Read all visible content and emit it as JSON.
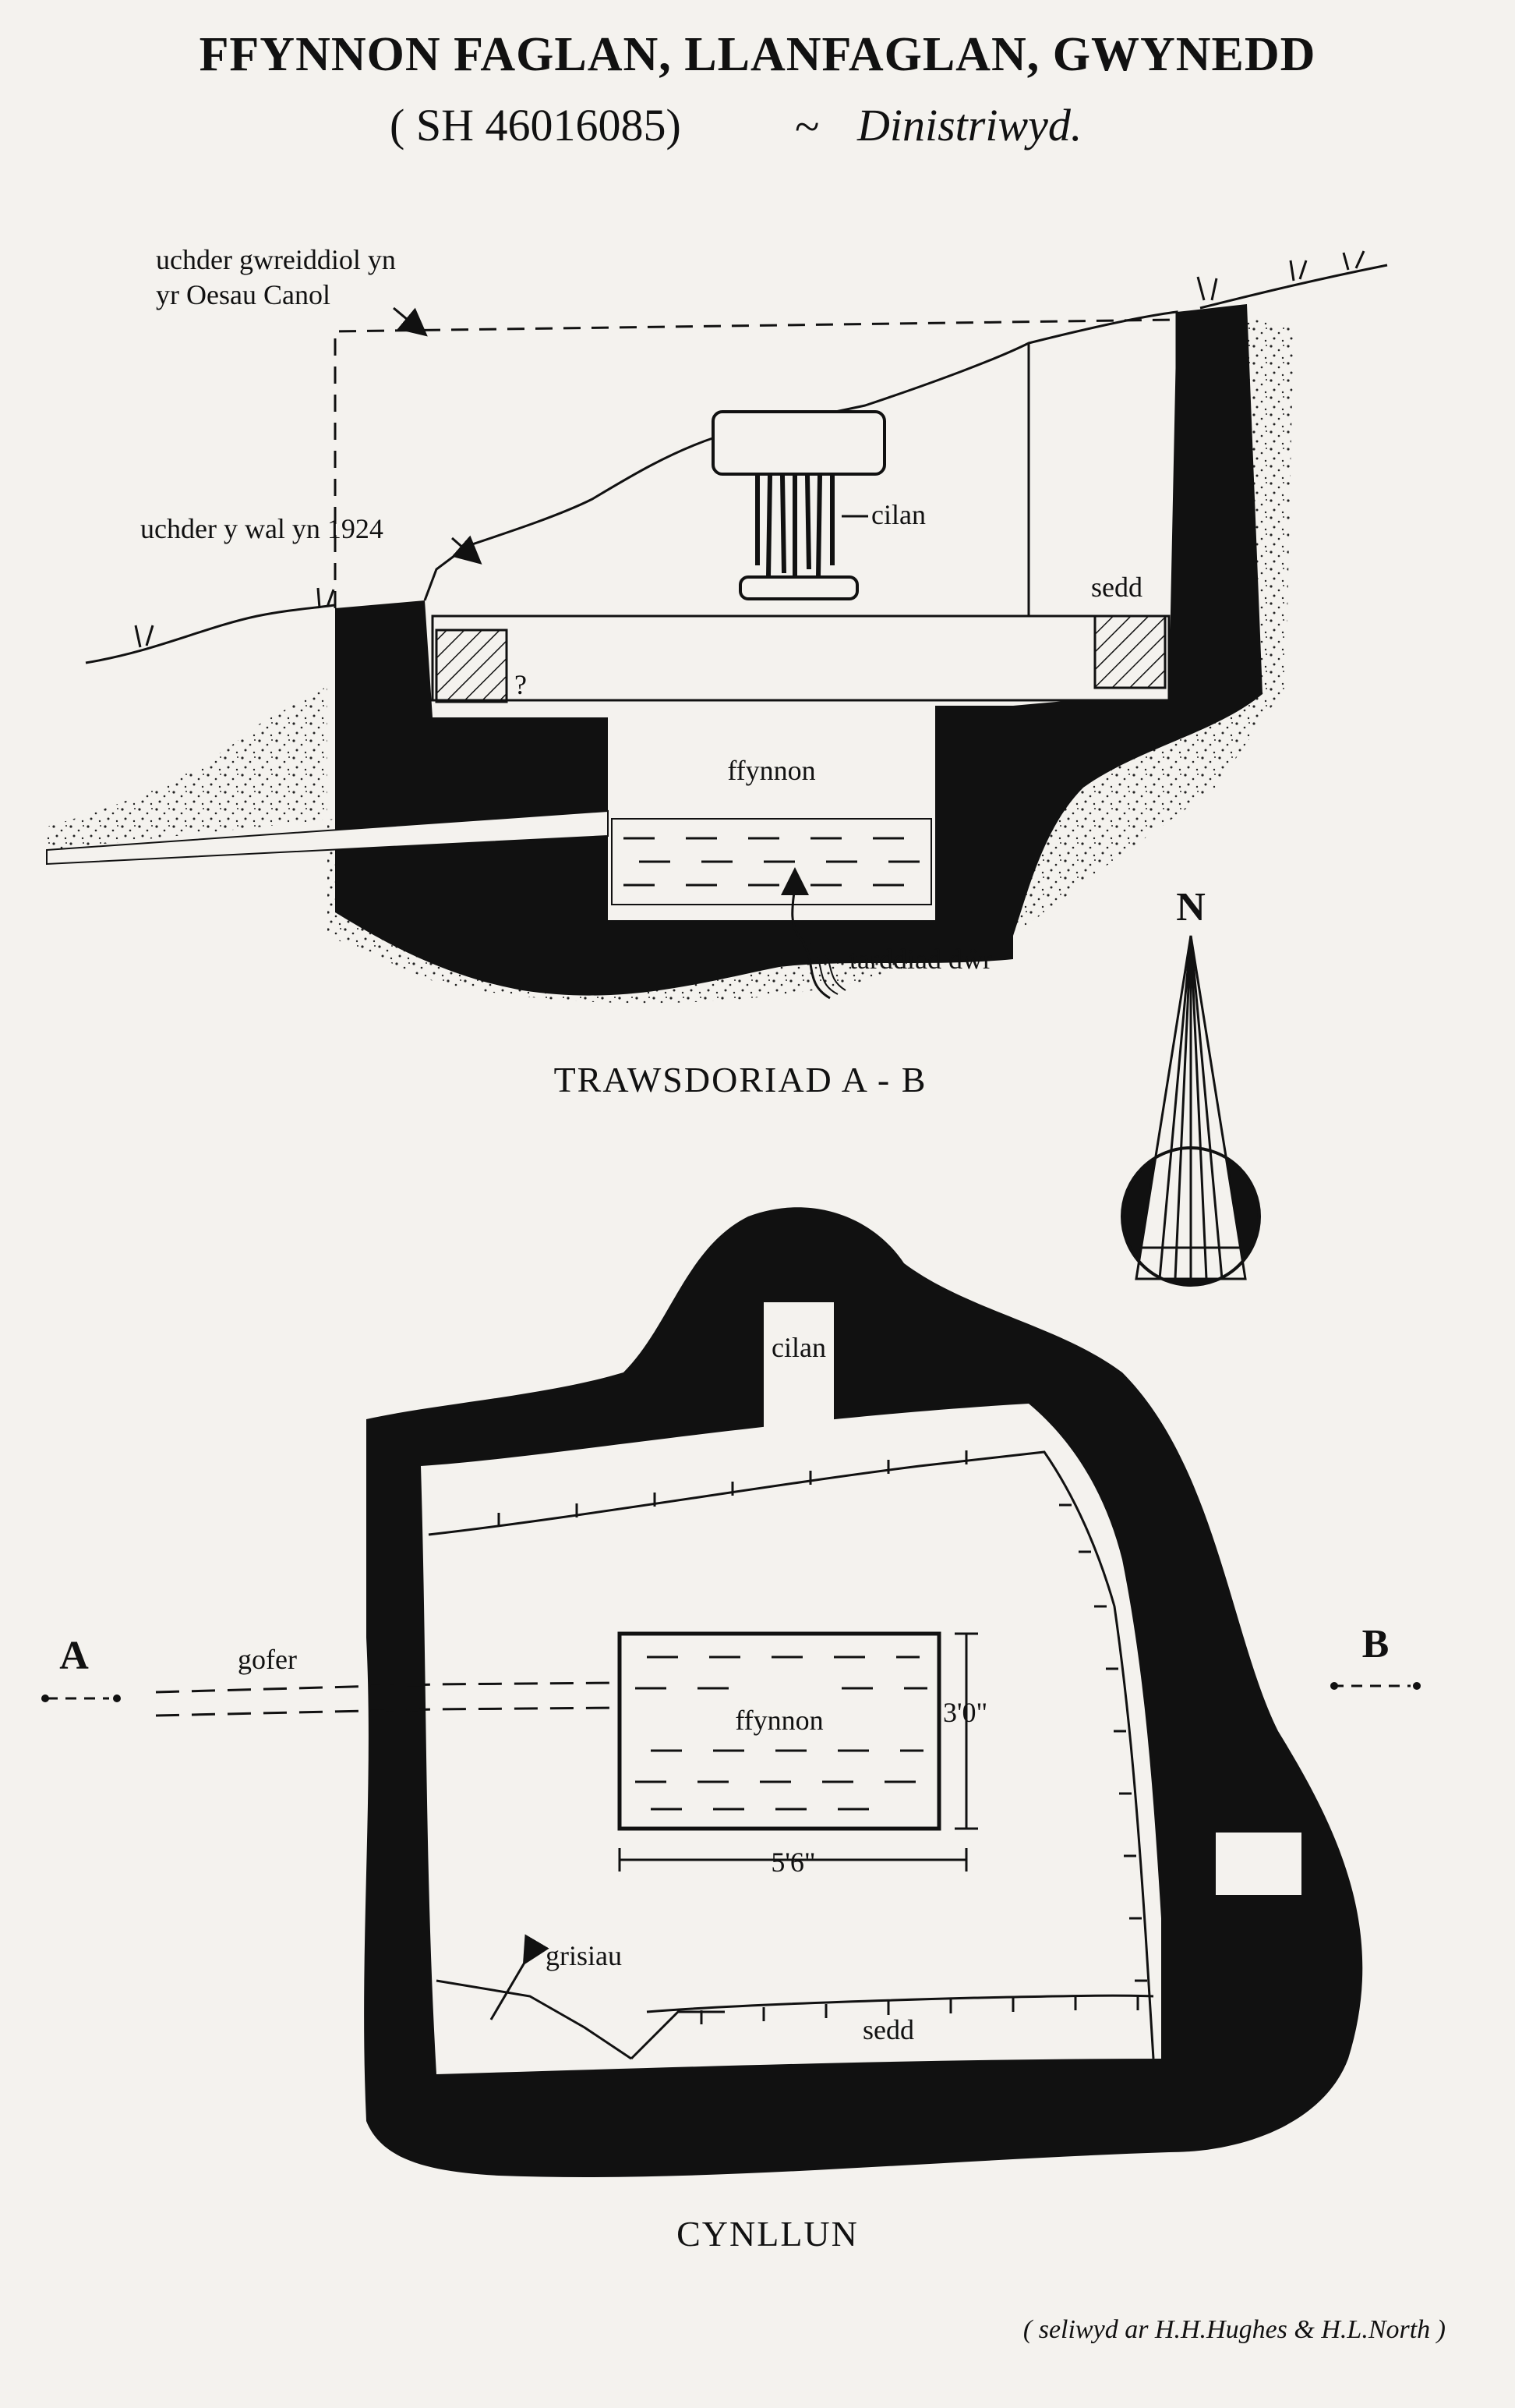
{
  "title": "FFYNNON FAGLAN, LLANFAGLAN, GWYNEDD",
  "grid_ref": "( SH 46016085)",
  "tilde": "~",
  "status": "Dinistriwyd.",
  "section": {
    "caption": "TRAWSDORIAD   A  -  B",
    "label_original_height_line1": "uchder gwreiddiol yn",
    "label_original_height_line2": "yr Oesau Canol",
    "label_wall_1924": "uchder y wal yn 1924",
    "label_niche": "cilan",
    "label_seat": "sedd",
    "label_question": "?",
    "label_well": "ffynnon",
    "label_spring": "tarddiad dŵr"
  },
  "north_arrow": {
    "label": "N"
  },
  "plan": {
    "caption": "CYNLLUN",
    "label_a": "A",
    "label_b": "B",
    "label_culvert": "gofer",
    "label_niche": "cilan",
    "label_well": "ffynnon",
    "dim_width": "3'0\"",
    "dim_length": "5'6\"",
    "label_steps": "grisiau",
    "label_seat": "sedd"
  },
  "credit": "( seliwyd ar H.H.Hughes & H.L.North )"
}
